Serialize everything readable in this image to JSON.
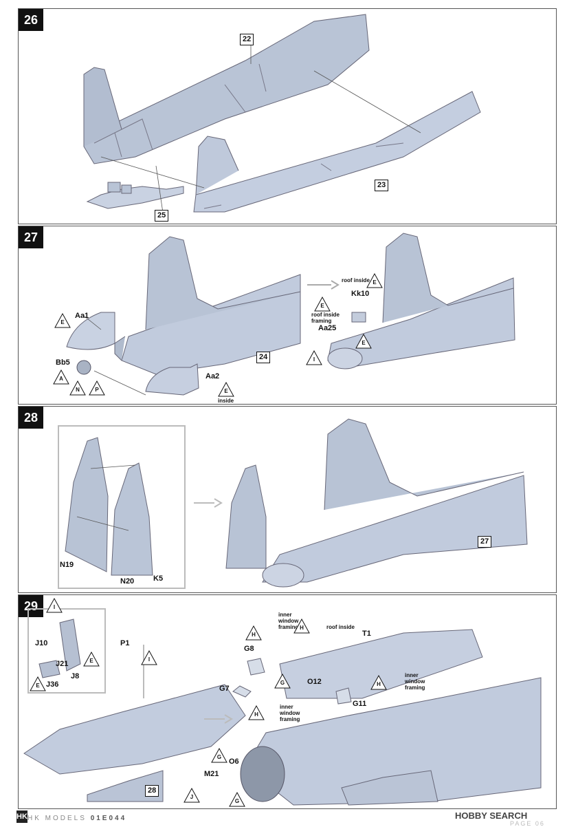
{
  "steps": [
    {
      "number": "26",
      "parts": [
        "22",
        "23",
        "25"
      ]
    },
    {
      "number": "27",
      "labels": {
        "aa1": "Aa1",
        "bb5": "Bb5",
        "aa2": "Aa2",
        "inside": "inside",
        "roof_inside": "roof inside",
        "kk10": "Kk10",
        "roof_inside_framing": "roof inside framing",
        "aa25": "Aa25",
        "ref": "24"
      },
      "colors": [
        "E",
        "E",
        "A",
        "N",
        "P",
        "E",
        "E",
        "E",
        "I"
      ]
    },
    {
      "number": "28",
      "labels": {
        "n19": "N19",
        "n20": "N20",
        "k5": "K5",
        "ref": "27"
      }
    },
    {
      "number": "29",
      "labels": {
        "j10": "J10",
        "j21": "J21",
        "j8": "J8",
        "j36": "J36",
        "p1": "P1",
        "t1": "T1",
        "g8": "G8",
        "g7": "G7",
        "o12": "O12",
        "g11": "G11",
        "o6": "O6",
        "m21": "M21",
        "ref": "28",
        "inner_window_framing": "inner window framing",
        "roof_inside": "roof inside"
      },
      "colors": {
        "c1": "I",
        "c2": "E",
        "c3": "E",
        "c4": "I",
        "c5": "H",
        "c6": "H",
        "c7": "G",
        "c8": "H",
        "c9": "H",
        "c10": "G",
        "c11": "J",
        "c12": "G"
      }
    }
  ],
  "footer": {
    "brand": "HK MODELS",
    "code": "01E044",
    "page": "PAGE 06",
    "watermark": "HOBBY SEARCH",
    "logo": "HK"
  }
}
